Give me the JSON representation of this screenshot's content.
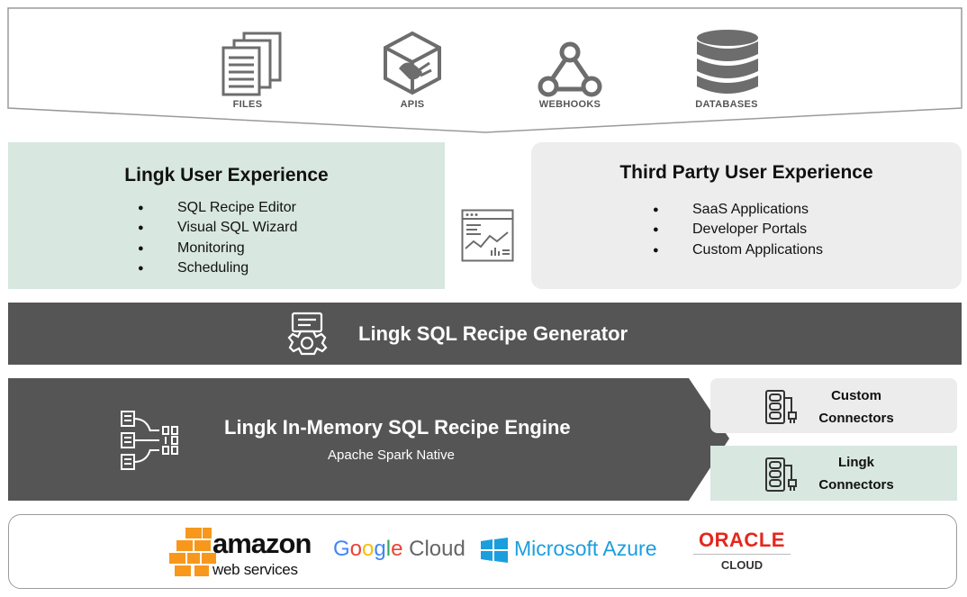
{
  "sources": [
    {
      "label": "FILES",
      "icon": "files-icon"
    },
    {
      "label": "APIS",
      "icon": "api-icon"
    },
    {
      "label": "WEBHOOKS",
      "icon": "webhook-icon"
    },
    {
      "label": "DATABASES",
      "icon": "database-icon"
    }
  ],
  "lingk_ux": {
    "title": "Lingk User Experience",
    "items": [
      "SQL Recipe Editor",
      "Visual SQL Wizard",
      "Monitoring",
      "Scheduling"
    ]
  },
  "third_party_ux": {
    "title": "Third Party User Experience",
    "items": [
      "SaaS Applications",
      "Developer Portals",
      "Custom Applications"
    ]
  },
  "bullet": "●",
  "generator": {
    "title": "Lingk SQL Recipe Generator"
  },
  "engine": {
    "title": "Lingk In-Memory SQL Recipe Engine",
    "subtitle": "Apache Spark Native"
  },
  "connectors": {
    "custom": {
      "line1": "Custom",
      "line2": "Connectors"
    },
    "lingk": {
      "line1": "Lingk",
      "line2": "Connectors"
    }
  },
  "clouds": {
    "amazon": {
      "word": "amazon",
      "sub": "web services"
    },
    "google": {
      "g1": "G",
      "g2": "o",
      "g3": "o",
      "g4": "g",
      "g5": "l",
      "g6": "e",
      "cloud": "Cloud"
    },
    "microsoft": {
      "text": "Microsoft Azure"
    },
    "oracle": {
      "word": "ORACLE",
      "sub": "CLOUD"
    }
  },
  "colors": {
    "panel_green": "#d8e7e0",
    "panel_gray": "#ededed",
    "band": "#555555",
    "icon_gray": "#6d6d6d",
    "aws_orange": "#f7981d",
    "azure_blue": "#1b9ede",
    "oracle_red": "#e4271c"
  }
}
